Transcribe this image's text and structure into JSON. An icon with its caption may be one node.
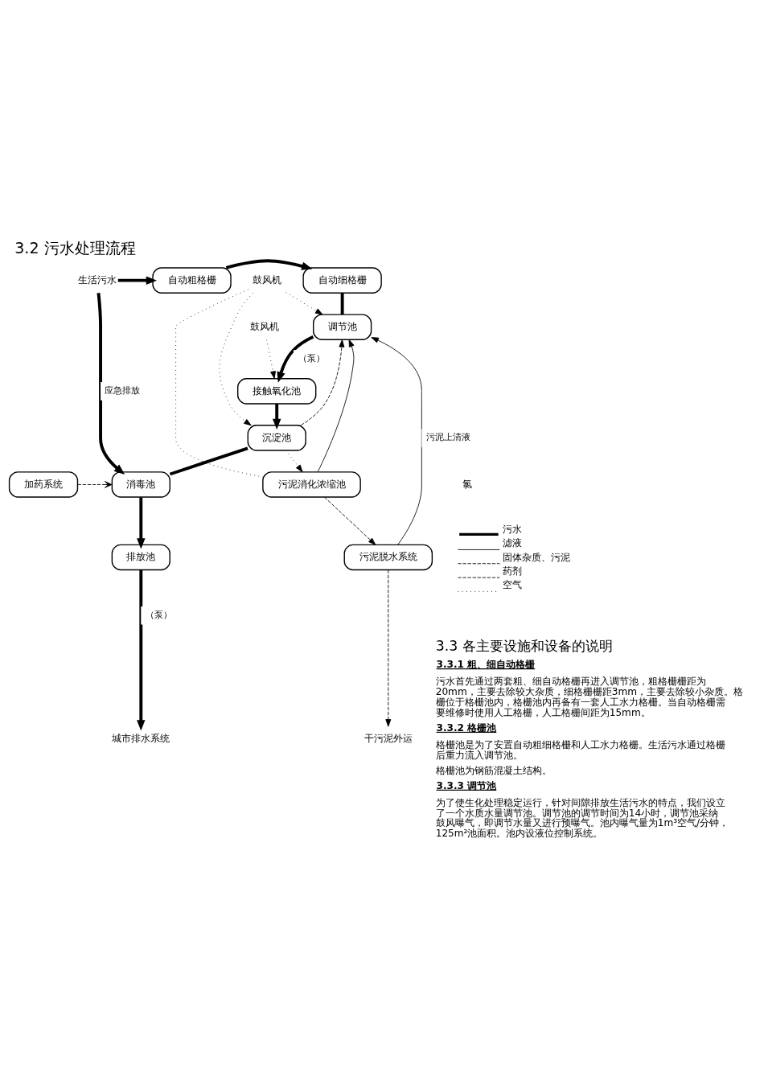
{
  "diagram": {
    "title": "3.2 污水处理流程",
    "nodes": [
      {
        "text": [
          "生活污水"
        ]
      },
      {
        "text": [
          "自动粗格栅"
        ]
      },
      {
        "text": [
          "自动细格栅"
        ]
      },
      {
        "text": [
          "鼓风机"
        ]
      },
      {
        "text": [
          "鼓风机"
        ]
      },
      {
        "text": [
          "调节池"
        ]
      },
      {
        "text": [
          "接触氧化池"
        ]
      },
      {
        "text": [
          "干污泥外运"
        ]
      },
      {
        "text": [
          "污泥脱水系统"
        ]
      },
      {
        "text": [
          "污泥消化浓缩池"
        ]
      },
      {
        "text": [
          "沉淀池"
        ]
      },
      {
        "text": [
          "加药系统"
        ]
      },
      {
        "text": [
          "消毒池"
        ]
      },
      {
        "text": [
          "城市排水系统"
        ]
      },
      {
        "text": [
          "排放池"
        ]
      }
    ],
    "edges": [
      {
        "from": 0,
        "to": 1,
        "arrow": "to",
        "style": "thick"
      },
      {
        "from": 0,
        "to": 12,
        "arrow": "to",
        "style": "thick",
        "label": "应急排放"
      },
      {
        "from": 1,
        "to": 2,
        "arrow": "to",
        "style": "thick"
      },
      {
        "from": 2,
        "to": 5,
        "arrow": "none",
        "style": "thick"
      },
      {
        "from": 5,
        "to": 6,
        "arrow": "to",
        "style": "thick",
        "label": "（泵）"
      },
      {
        "from": 6,
        "to": 10,
        "arrow": "to",
        "style": "thick"
      },
      {
        "from": 10,
        "to": 12,
        "arrow": "none",
        "style": "thick"
      },
      {
        "from": 12,
        "to": 14,
        "arrow": "to",
        "style": "thick"
      },
      {
        "from": 14,
        "to": 13,
        "arrow": "to",
        "style": "thick",
        "label": "（泵）"
      },
      {
        "from": 10,
        "to": 5,
        "arrow": "to",
        "style": "dashed"
      },
      {
        "from": 10,
        "to": 9,
        "arrow": "to",
        "style": "dashed"
      },
      {
        "from": 9,
        "to": 8,
        "arrow": "to",
        "style": "dashed"
      },
      {
        "from": 8,
        "to": 7,
        "arrow": "to",
        "style": "dashed"
      },
      {
        "from": 8,
        "to": 5,
        "arrow": "to",
        "label": "污泥上清液"
      },
      {
        "from": 9,
        "to": 5,
        "arrow": "to"
      },
      {
        "from": 11,
        "to": 12,
        "arrow": "to",
        "style": "dashed"
      },
      {
        "from": 3,
        "to": 6,
        "arrow": "to",
        "style": "dashed"
      },
      {
        "from": 4,
        "to": 5,
        "arrow": "to",
        "style": "dashed"
      },
      {
        "from": 4,
        "to": 10,
        "arrow": "to",
        "style": "dashed"
      },
      {
        "from": 4,
        "to": 9,
        "arrow": "none",
        "style": "dashed"
      }
    ],
    "labels": [
      "氯",
      "3.3 各主要设施和设备的说明",
      "3.3.1 粗、细自动格栅",
      "污水首先通过两套粗、细自动格栅再进入调节池，粗格栅栅距为20mm，主要去除较大杂质，细格栅栅距3mm，主要去除较小杂质。格栅位于格栅池内，格栅池内再备有一套人工水力格栅。当自动格栅需要维修时使用人工格栅，人工格栅间距为15mm。",
      "3.3.2 格栅池",
      "格栅池是为了安置自动粗细格栅和人工水力格栅。生活污水通过格栅后重力流入调节池。",
      "格栅池为钢筋混凝土结构。",
      "3.3.3 调节池",
      "为了使生化处理稳定运行，针对间隙排放生活污水的特点，我们设立了一个水质水量调节池。调节池的调节时间为14小时，调节池采纳鼓风曝气，即调节水量又进行预曝气。池内曝气量为1m³空气/分钟，125m²池面积。池内设液位控制系统。"
    ],
    "legend": [
      {
        "text": "污水"
      },
      {
        "text": "滤液"
      },
      {
        "text": "固体杂质、污泥"
      },
      {
        "text": "药剂"
      },
      {
        "text": "空气"
      }
    ]
  }
}
